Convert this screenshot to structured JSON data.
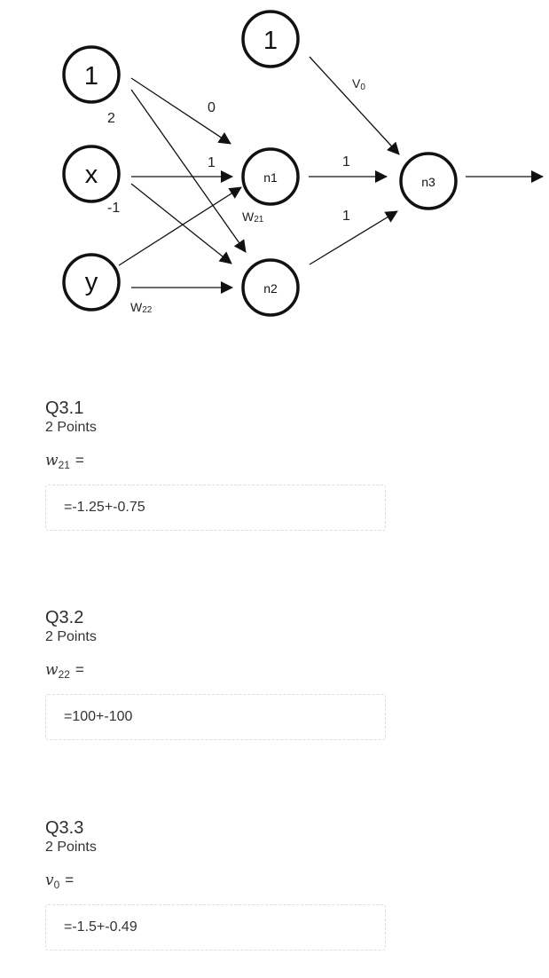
{
  "diagram": {
    "bias_top": "1",
    "bias_left": "1",
    "input_x": "x",
    "input_y": "y",
    "n1": "n1",
    "n2": "n2",
    "n3": "n3",
    "w_bias_n1": "0",
    "w_bias_n2": "2",
    "w_x_n1": "1",
    "w_x_n2": "-1",
    "w_n1_n3": "1",
    "w_n2_n3": "1",
    "v0_base": "V",
    "v0_sub": "0",
    "w21_base": "W",
    "w21_sub": "21",
    "w22_base": "W",
    "w22_sub": "22"
  },
  "questions": [
    {
      "title": "Q3.1",
      "points": "2 Points",
      "var_base": "w",
      "var_sub": "21",
      "equals": "=",
      "answer": "=-1.25+-0.75"
    },
    {
      "title": "Q3.2",
      "points": "2 Points",
      "var_base": "w",
      "var_sub": "22",
      "equals": "=",
      "answer": "=100+-100"
    },
    {
      "title": "Q3.3",
      "points": "2 Points",
      "var_base": "v",
      "var_sub": "0",
      "equals": "=",
      "answer": "=-1.5+-0.49"
    }
  ]
}
